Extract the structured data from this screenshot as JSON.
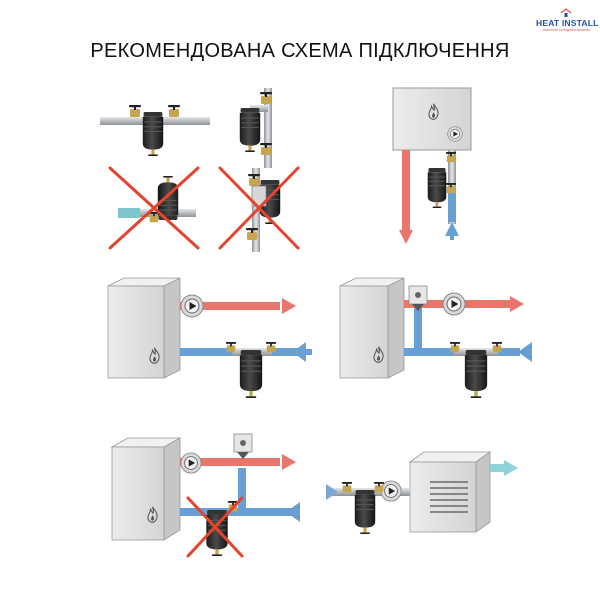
{
  "header": {
    "title": "РЕКОМЕНДОВАНА СХЕМА ПІДКЛЮЧЕННЯ"
  },
  "logo": {
    "name": "HEAT INSTALL",
    "tagline": "опалення та водопостачання",
    "icon": "house-icon"
  },
  "colors": {
    "hot_pipe": "#e8766a",
    "cold_pipe": "#6a9fd4",
    "cooled_pipe": "#8fd3d8",
    "pipe_gray": "#b9bdc0",
    "filter_body": "#2d2d2d",
    "boiler_front": "#d8d8d8",
    "cross_red": "#e4442e",
    "logo_blue": "#1f4fa8",
    "logo_red": "#d9534f"
  },
  "icons": [
    "flame-icon",
    "pump-icon",
    "filter-icon",
    "valve-icon",
    "arrow-icon",
    "cross-icon",
    "mixing-valve-icon",
    "radiator-icon"
  ]
}
